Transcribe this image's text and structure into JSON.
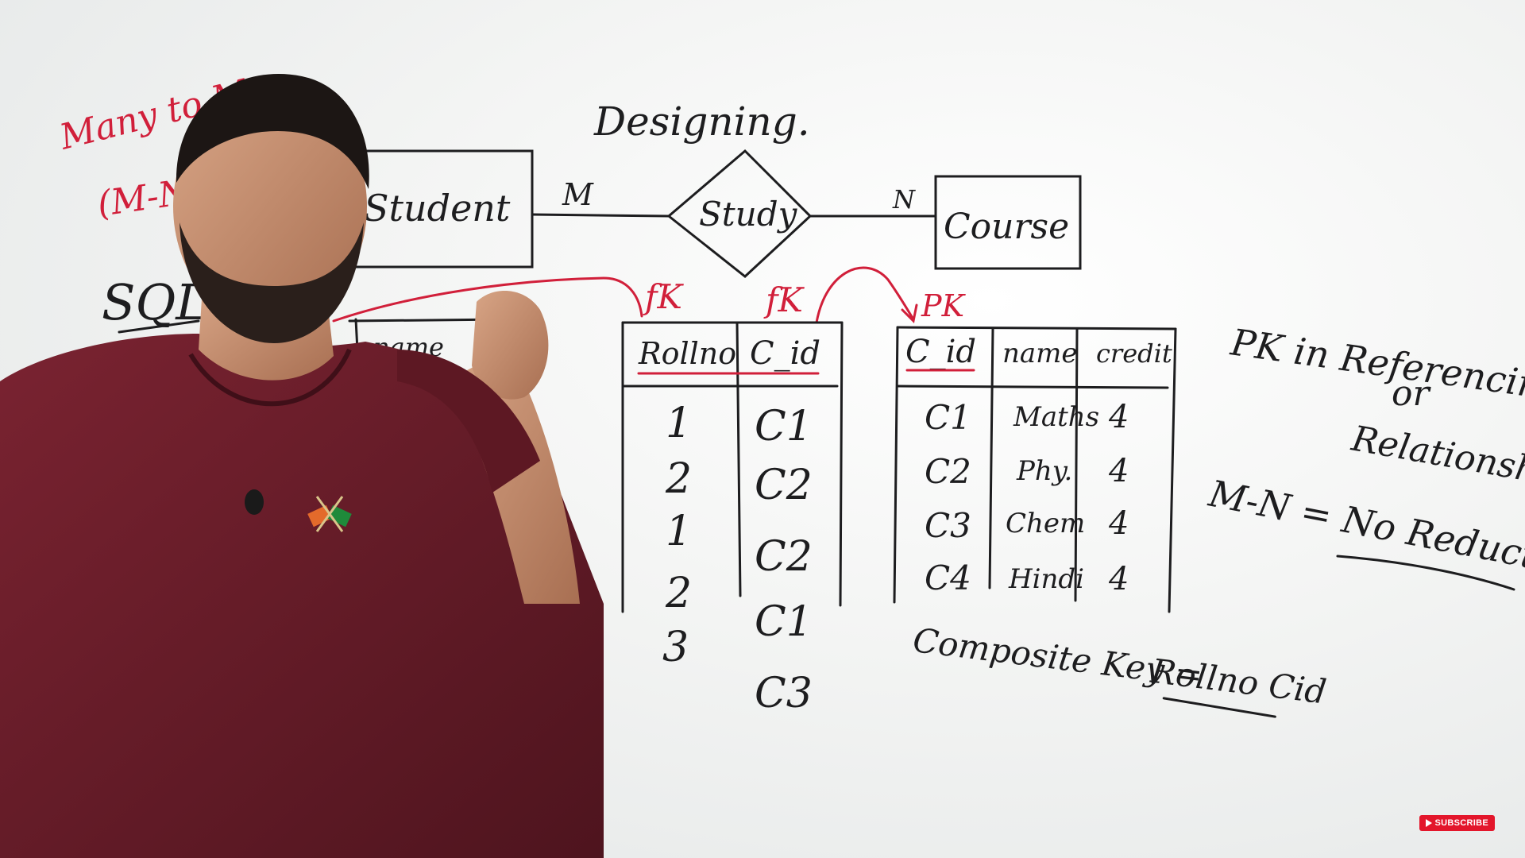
{
  "board": {
    "left_note_line1": "Many to M",
    "left_note_line2": "(M-N)",
    "sql_label": "SQL",
    "title": "Designing.",
    "entity_student": "Student",
    "entity_course": "Course",
    "relationship": "Study",
    "cardinality_m": "M",
    "cardinality_n": "N",
    "student_table_header": "name",
    "study_table": {
      "key_labels": [
        "fK",
        "fK"
      ],
      "headers": [
        "Rollno",
        "C_id"
      ],
      "rows": [
        [
          "1",
          "C1"
        ],
        [
          "2",
          "C2"
        ],
        [
          "1",
          "C2"
        ],
        [
          "2",
          "C1"
        ],
        [
          "3",
          "C3"
        ]
      ]
    },
    "course_table": {
      "key_label": "PK",
      "headers": [
        "C_id",
        "name",
        "credit"
      ],
      "rows": [
        [
          "C1",
          "Maths",
          "4"
        ],
        [
          "C2",
          "Phy.",
          "4"
        ],
        [
          "C3",
          "Chem",
          "4"
        ],
        [
          "C4",
          "Hindi",
          "4"
        ]
      ]
    },
    "composite_key_label": "Composite Key =",
    "composite_key_value": "Rollno Cid",
    "right_note_line1": "PK in Referencing",
    "right_note_line2": "or",
    "right_note_line3": "Relationship",
    "right_note_line4": "M-N = No Reduction"
  },
  "subscribe": {
    "label": "SUBSCRIBE"
  },
  "colors": {
    "ink": "#1d1d1f",
    "marker_red": "#d11f3a",
    "shirt": "#6b1c28",
    "subscribe_red": "#e3162b"
  }
}
